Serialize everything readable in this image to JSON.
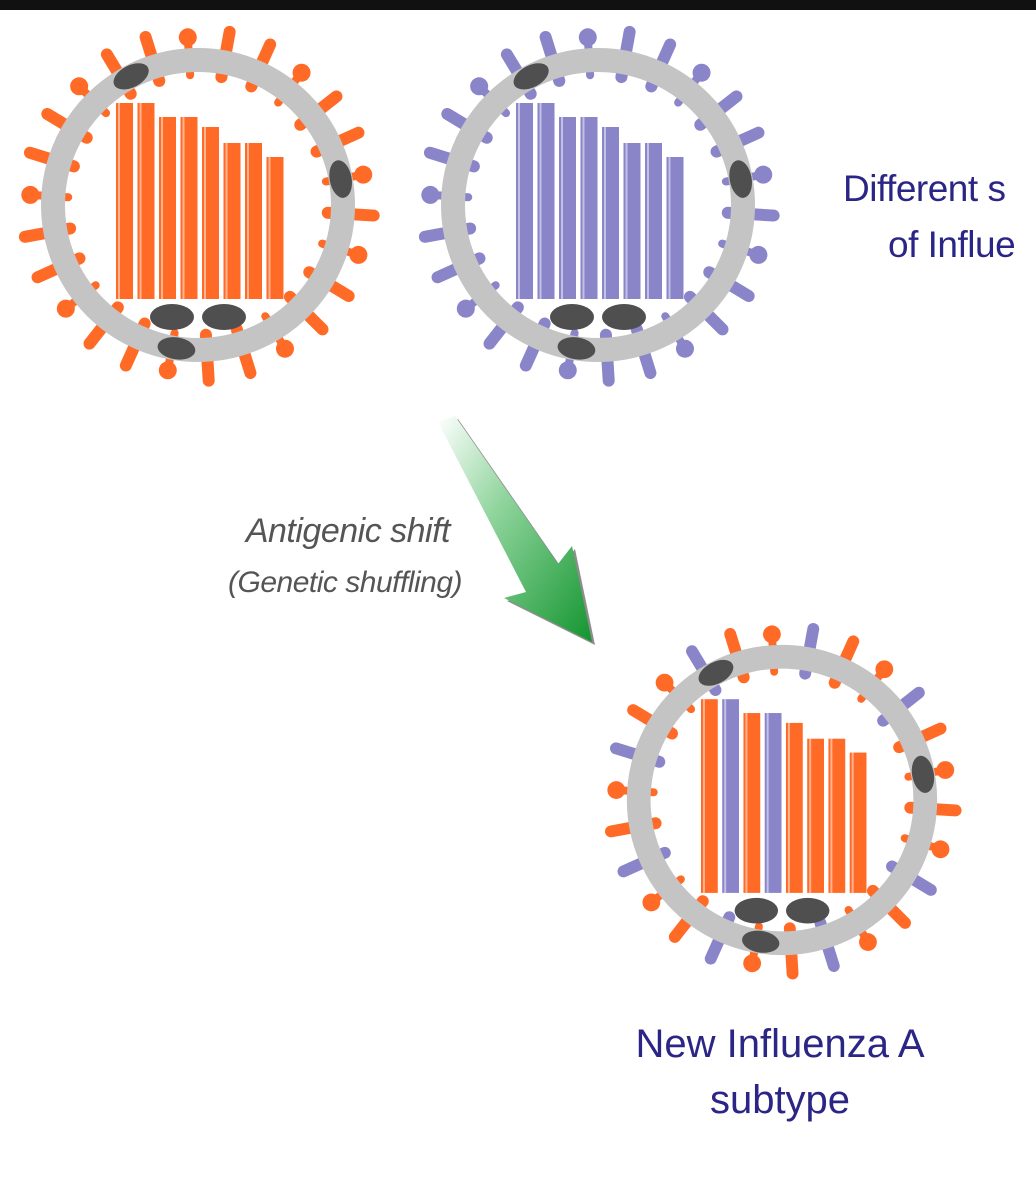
{
  "colors": {
    "parent_a": "#ff6a27",
    "parent_b": "#8a84c9",
    "envelope": "#c4c4c4",
    "protein": "#4f4f4f",
    "arrow": "#1fa23c",
    "label_blue": "#2b2585",
    "label_gray": "#555555"
  },
  "viruses": [
    {
      "name": "parent-virus-orange",
      "segments": [
        "parent_a",
        "parent_a",
        "parent_a",
        "parent_a",
        "parent_a",
        "parent_a",
        "parent_a",
        "parent_a"
      ],
      "spikes": [
        "parent_a"
      ]
    },
    {
      "name": "parent-virus-purple",
      "segments": [
        "parent_b",
        "parent_b",
        "parent_b",
        "parent_b",
        "parent_b",
        "parent_b",
        "parent_b",
        "parent_b"
      ],
      "spikes": [
        "parent_b"
      ]
    },
    {
      "name": "reassortant-virus",
      "segments": [
        "parent_a",
        "parent_b",
        "parent_a",
        "parent_b",
        "parent_a",
        "parent_a",
        "parent_a",
        "parent_a"
      ],
      "spikes": [
        "parent_a",
        "parent_a",
        "parent_b"
      ]
    }
  ],
  "labels": {
    "different_line1": "Different s",
    "different_line2": "of Influe",
    "antigenic_shift": "Antigenic shift",
    "genetic_shuffling": "(Genetic shuffling)",
    "new_subtype_line1": "New Influenza A",
    "new_subtype_line2": "subtype"
  }
}
